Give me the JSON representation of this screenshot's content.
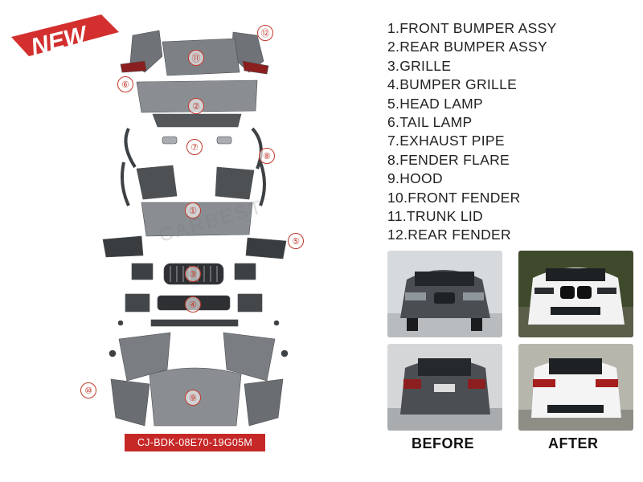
{
  "badge": {
    "text": "NEW"
  },
  "watermark": {
    "text": "CARBEST"
  },
  "product_code": "CJ-BDK-08E70-19G05M",
  "callouts": [
    {
      "num": "⑫",
      "name": "callout-12"
    },
    {
      "num": "⑪",
      "name": "callout-11"
    },
    {
      "num": "⑥",
      "name": "callout-6"
    },
    {
      "num": "②",
      "name": "callout-2"
    },
    {
      "num": "⑦",
      "name": "callout-7"
    },
    {
      "num": "⑧",
      "name": "callout-8"
    },
    {
      "num": "①",
      "name": "callout-1"
    },
    {
      "num": "⑤",
      "name": "callout-5"
    },
    {
      "num": "③",
      "name": "callout-3"
    },
    {
      "num": "④",
      "name": "callout-4"
    },
    {
      "num": "⑩",
      "name": "callout-10"
    },
    {
      "num": "⑨",
      "name": "callout-9"
    }
  ],
  "parts_list": [
    "1.FRONT BUMPER ASSY",
    "2.REAR BUMPER ASSY",
    "3.GRILLE",
    "4.BUMPER GRILLE",
    "5.HEAD LAMP",
    "6.TAIL LAMP",
    "7.EXHAUST PIPE",
    "8.FENDER FLARE",
    "9.HOOD",
    "10.FRONT FENDER",
    "11.TRUNK LID",
    "12.REAR FENDER"
  ],
  "captions": {
    "before": "BEFORE",
    "after": "AFTER"
  },
  "colors": {
    "accent_red": "#c62828",
    "text": "#222222",
    "part_gray": "#6f7377"
  }
}
